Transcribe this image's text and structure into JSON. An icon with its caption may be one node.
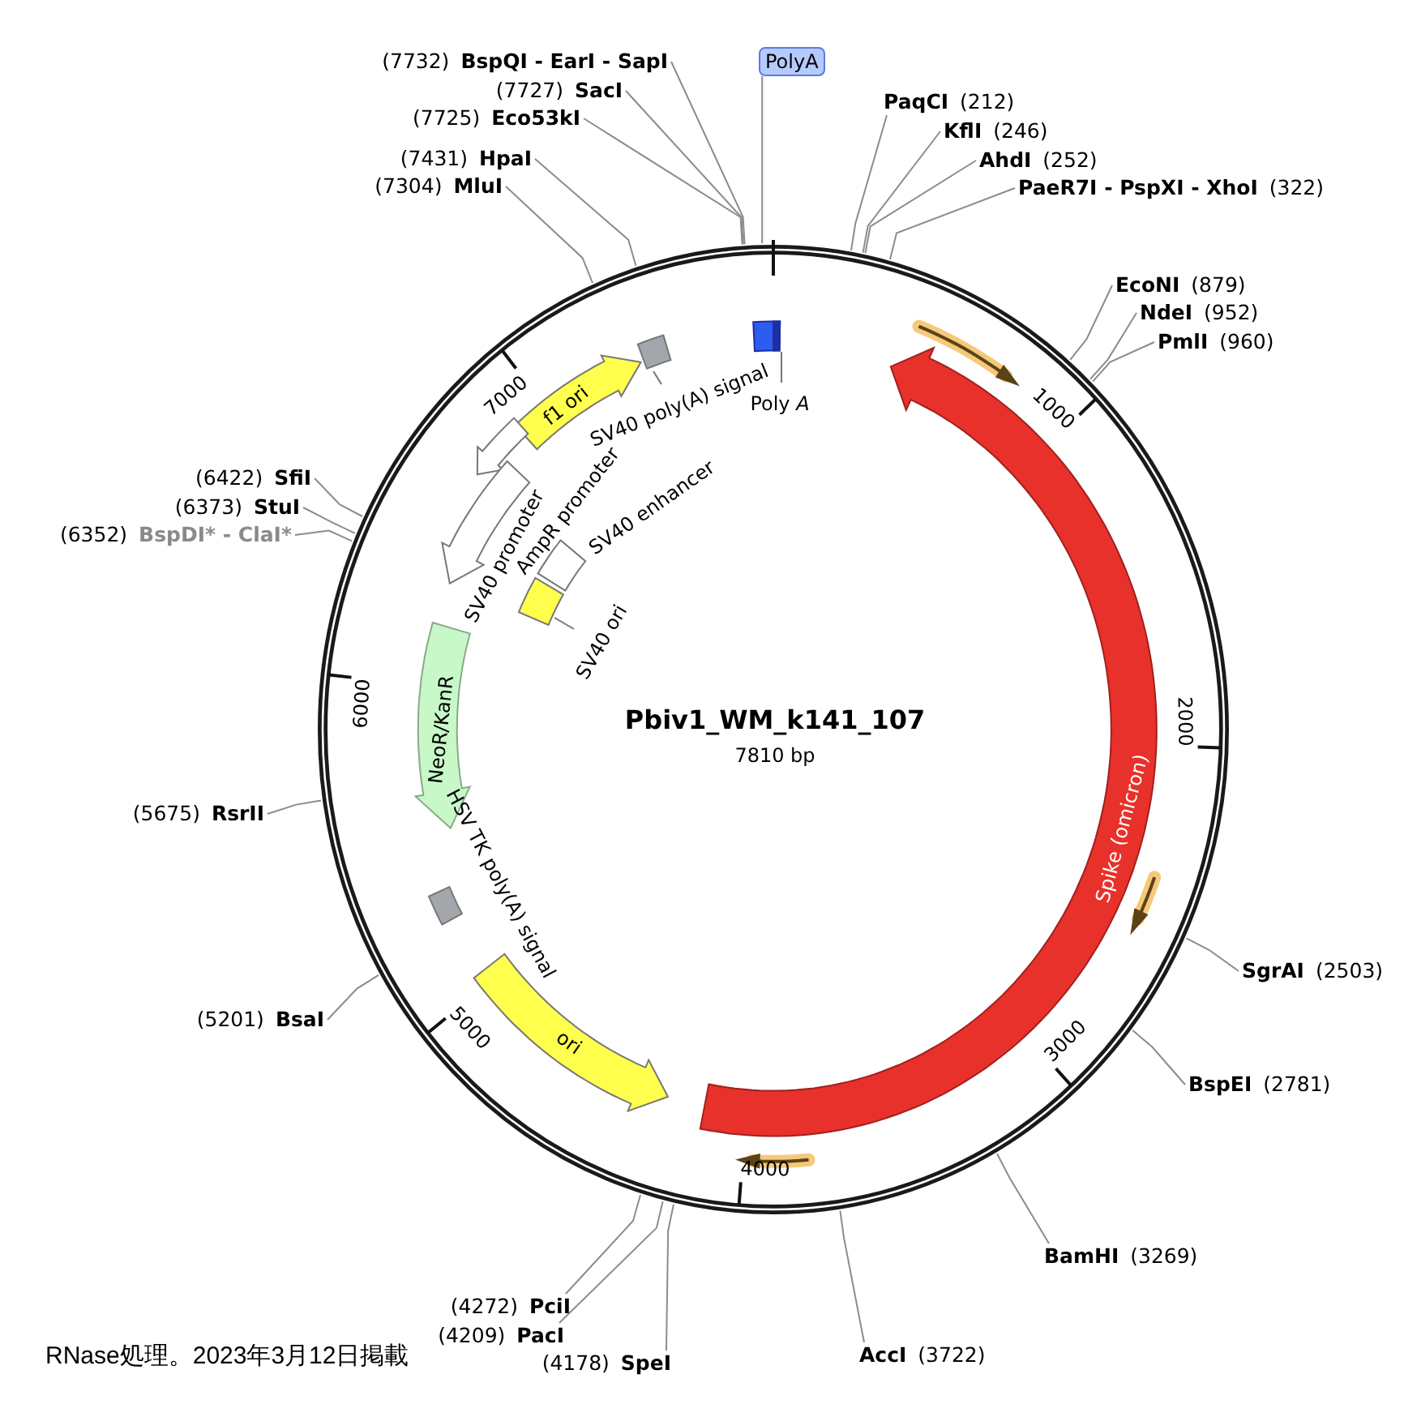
{
  "diagram": {
    "title": "Pbiv1_WM_k141_107",
    "caption": "RNase処理。2023年3月12日掲載",
    "nodes": [
      {
        "text": [
          "PolyA"
        ]
      },
      {
        "text": [
          "(7732)",
          "BspQI - EarI - SapI"
        ]
      },
      {
        "text": [
          "(7727)",
          "SacI"
        ]
      },
      {
        "text": [
          "(7725)",
          "Eco53kI"
        ]
      },
      {
        "text": [
          "(7431)",
          "HpaI"
        ]
      },
      {
        "text": [
          "(7304)",
          "MluI"
        ]
      },
      {
        "text": [
          "PaqCI",
          "(212)"
        ]
      },
      {
        "text": [
          "KflI",
          "(246)"
        ]
      },
      {
        "text": [
          "AhdI",
          "(252)"
        ]
      },
      {
        "text": [
          "PaeR7I - PspXI - XhoI",
          "(322)"
        ]
      },
      {
        "text": [
          "EcoNI",
          "(879)"
        ]
      },
      {
        "text": [
          "NdeI",
          "(952)"
        ]
      },
      {
        "text": [
          "PmlI",
          "(960)"
        ]
      },
      {
        "text": [
          "Poly *A*"
        ]
      },
      {
        "text": [
          "SV40 poly(A) signal"
        ]
      },
      {
        "text": [
          "f1 ori"
        ]
      },
      {
        "text": [
          "AmpR promoter"
        ]
      },
      {
        "text": [
          "SV40 promoter"
        ]
      },
      {
        "text": [
          "SV40 enhancer"
        ]
      },
      {
        "text": [
          "SV40 ori"
        ]
      },
      {
        "text": [
          "(6422)",
          "SfiI"
        ]
      },
      {
        "text": [
          "(6373)",
          "StuI"
        ]
      },
      {
        "text": [
          "(6352)",
          "BspDI* - ClaI*"
        ]
      },
      {
        "text": [
          "NeoR/KanR"
        ]
      },
      {
        "text": [
          "Spike (omicron)"
        ]
      },
      {
        "text": [
          "(5675)",
          "RsrII"
        ]
      },
      {
        "text": [
          "HSV TK poly(A) signal"
        ]
      },
      {
        "text": [
          "SgrAI",
          "(2503)"
        ]
      },
      {
        "text": [
          "(5201)",
          "BsaI"
        ]
      },
      {
        "text": [
          "ori"
        ]
      },
      {
        "text": [
          "BspEI",
          "(2781)"
        ]
      },
      {
        "text": [
          "BamHI",
          "(3269)"
        ]
      },
      {
        "text": [
          "(4272)",
          "PciI"
        ]
      },
      {
        "text": [
          "(4209)",
          "PacI"
        ]
      },
      {
        "text": [
          "(4178)",
          "SpeI"
        ]
      },
      {
        "text": [
          "AccI",
          "(3722)"
        ]
      }
    ],
    "edges": [
      {
        "from": 0,
        "to": null,
        "arrow": "none"
      },
      {
        "from": 1,
        "to": null,
        "arrow": "none"
      },
      {
        "from": 2,
        "to": null,
        "arrow": "none"
      },
      {
        "from": 3,
        "to": null,
        "arrow": "none"
      },
      {
        "from": 4,
        "to": null,
        "arrow": "none"
      },
      {
        "from": 5,
        "to": null,
        "arrow": "none"
      },
      {
        "from": 6,
        "to": null,
        "arrow": "none"
      },
      {
        "from": 7,
        "to": null,
        "arrow": "none"
      },
      {
        "from": 8,
        "to": null,
        "arrow": "none"
      },
      {
        "from": 9,
        "to": null,
        "arrow": "none"
      },
      {
        "from": 10,
        "to": null,
        "arrow": "none"
      },
      {
        "from": 11,
        "to": null,
        "arrow": "none"
      },
      {
        "from": 12,
        "to": null,
        "arrow": "none"
      },
      {
        "from": 20,
        "to": null,
        "arrow": "none"
      },
      {
        "from": 21,
        "to": null,
        "arrow": "none"
      },
      {
        "from": 22,
        "to": null,
        "arrow": "none"
      },
      {
        "from": 25,
        "to": null,
        "arrow": "none"
      },
      {
        "from": 27,
        "to": null,
        "arrow": "none"
      },
      {
        "from": 28,
        "to": null,
        "arrow": "none"
      },
      {
        "from": 30,
        "to": null,
        "arrow": "none"
      },
      {
        "from": 31,
        "to": null,
        "arrow": "none"
      },
      {
        "from": 32,
        "to": null,
        "arrow": "none"
      },
      {
        "from": 33,
        "to": null,
        "arrow": "none"
      },
      {
        "from": 34,
        "to": null,
        "arrow": "none"
      },
      {
        "from": 35,
        "to": null,
        "arrow": "none"
      }
    ],
    "labels": [
      "7000",
      "1000",
      "6000",
      "2000",
      "7810 bp",
      "5000",
      "3000",
      "4000"
    ]
  }
}
